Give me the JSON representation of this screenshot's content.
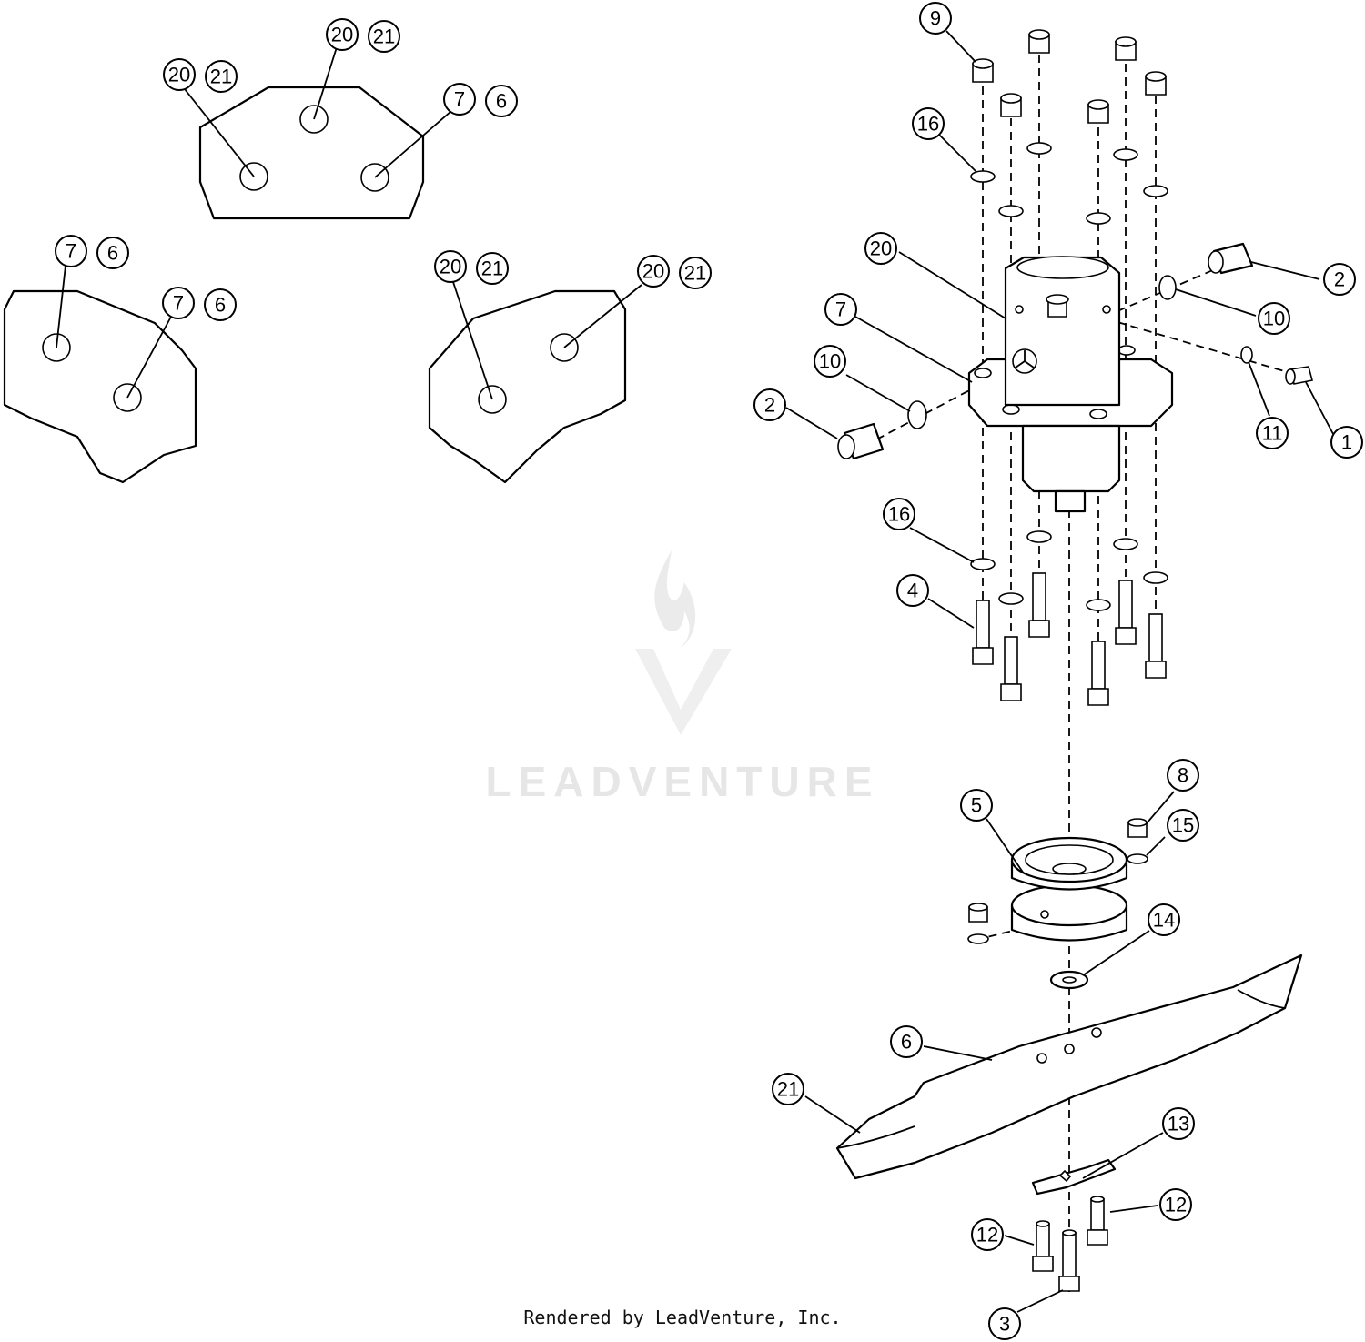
{
  "watermark": {
    "brand": "LEADVENTURE"
  },
  "footer": {
    "credit": "Rendered by LeadVenture, Inc."
  },
  "callouts": {
    "1": "1",
    "2": "2",
    "3": "3",
    "4": "4",
    "5": "5",
    "6": "6",
    "7": "7",
    "8": "8",
    "9": "9",
    "10": "10",
    "11": "11",
    "12": "12",
    "13": "13",
    "14": "14",
    "15": "15",
    "16": "16",
    "20": "20",
    "21": "21"
  }
}
